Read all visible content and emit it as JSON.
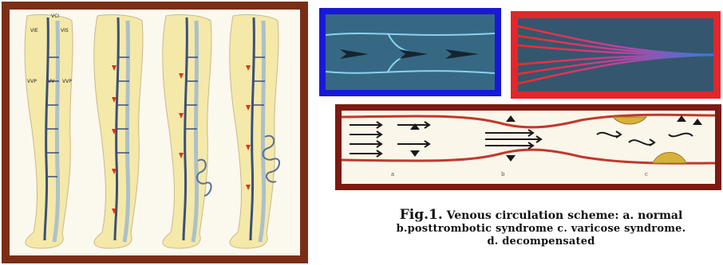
{
  "figure": {
    "leg_panel": {
      "labels": [
        "VCI",
        "VIE",
        "VIS",
        "VVP",
        "VV",
        "VVP"
      ]
    },
    "valve_panel": {},
    "fan_panel": {},
    "flow_panel": {
      "labels": [
        "a",
        "b",
        "c"
      ]
    },
    "caption": {
      "fig_label": "Fig.1.",
      "line1_rest": " Venous circulation scheme: a. normal",
      "line2": "b.posttrombotic syndrome  c. varicose syndrome.",
      "line3": "d. decompensated"
    }
  }
}
